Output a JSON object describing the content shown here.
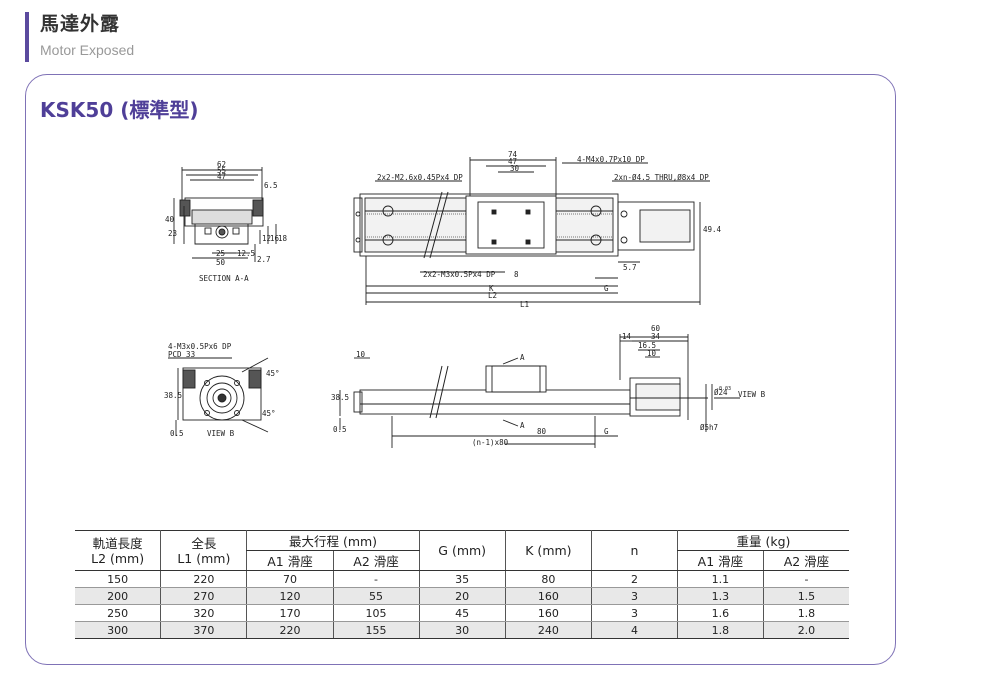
{
  "header": {
    "title": "馬達外露",
    "subtitle": "Motor Exposed"
  },
  "model": {
    "title": "KSK50 (標準型)"
  },
  "drawing": {
    "section": {
      "caption": "SECTION A-A",
      "dims": [
        "62",
        "55",
        "47",
        "6.5",
        "40",
        "23",
        "12",
        "16",
        "18",
        "25",
        "12.5",
        "50",
        "2.7"
      ]
    },
    "top_view": {
      "callouts": [
        "2x2-M2.6x0.45Px4 DP",
        "4-M4x0.7Px10 DP",
        "2xn-Ø4.5 THRU,Ø8x4 DP",
        "2x2-M3x0.5Px4 DP"
      ],
      "dims": [
        "74",
        "47",
        "30",
        "49.4",
        "5.7",
        "8",
        "K",
        "G",
        "L2",
        "L1"
      ]
    },
    "end_view": {
      "callouts": [
        "4-M3x0.5Px6 DP",
        "PCD 33"
      ],
      "dims": [
        "38.5",
        "0.5",
        "45°",
        "45°"
      ],
      "caption": "VIEW B"
    },
    "side_view": {
      "labels": [
        "A",
        "A",
        "VIEW B"
      ],
      "dims": [
        "60",
        "14",
        "34",
        "16.5",
        "10",
        "10",
        "38.5",
        "0.5",
        "Ø24",
        "Ø5h7",
        "-0.03",
        "80",
        "(n-1)x80",
        "G"
      ]
    }
  },
  "table": {
    "headers": {
      "rail_len": [
        "軌道長度",
        "L2 (mm)"
      ],
      "total_len": [
        "全長",
        "L1 (mm)"
      ],
      "stroke": "最大行程 (mm)",
      "g": "G (mm)",
      "k": "K (mm)",
      "n": "n",
      "weight": "重量 (kg)",
      "a1": "A1 滑座",
      "a2": "A2 滑座"
    },
    "rows": [
      [
        "150",
        "220",
        "70",
        "-",
        "35",
        "80",
        "2",
        "1.1",
        "-"
      ],
      [
        "200",
        "270",
        "120",
        "55",
        "20",
        "160",
        "3",
        "1.3",
        "1.5"
      ],
      [
        "250",
        "320",
        "170",
        "105",
        "45",
        "160",
        "3",
        "1.6",
        "1.8"
      ],
      [
        "300",
        "370",
        "220",
        "155",
        "30",
        "240",
        "4",
        "1.8",
        "2.0"
      ]
    ]
  }
}
